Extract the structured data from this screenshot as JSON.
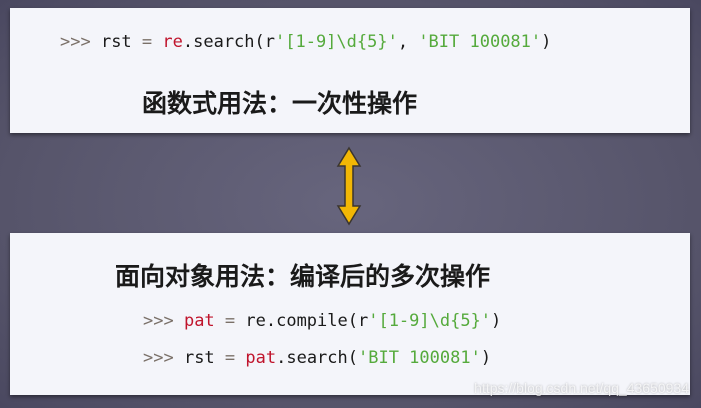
{
  "functional": {
    "code": {
      "prompt": ">>> ",
      "var": "rst",
      "eq": " = ",
      "mod": "re",
      "call": ".search(r",
      "pattern": "'[1-9]\\d{5}'",
      "sep": ", ",
      "text": "'BIT 100081'",
      "close": ")"
    },
    "title": "函数式用法：一次性操作"
  },
  "object_oriented": {
    "title": "面向对象用法：编译后的多次操作",
    "line1": {
      "prompt": ">>> ",
      "var": "pat",
      "eq": " = ",
      "call": "re.compile(r",
      "pattern": "'[1-9]\\d{5}'",
      "close": ")"
    },
    "line2": {
      "prompt": ">>> ",
      "var": "rst",
      "eq": " = ",
      "obj": "pat",
      "call": ".search(",
      "text": "'BIT 100081'",
      "close": ")"
    }
  },
  "arrow_color": "#f2b705",
  "watermark": "https://blog.csdn.net/qq_43650934"
}
